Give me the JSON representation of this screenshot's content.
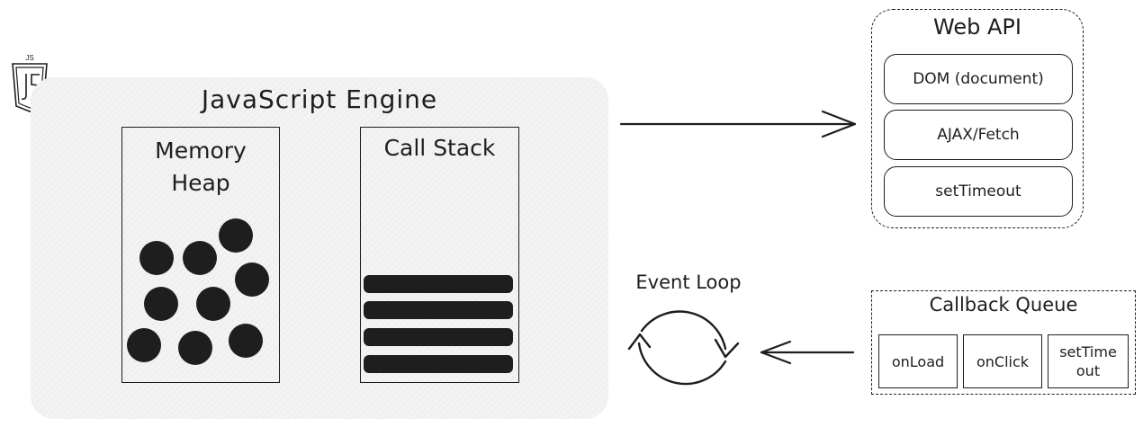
{
  "engine": {
    "title": "JavaScript Engine",
    "memory_heap": {
      "title": "Memory\nHeap"
    },
    "call_stack": {
      "title": "Call Stack"
    }
  },
  "logo": {
    "text": "JS",
    "icon": "js-logo-icon"
  },
  "web_api": {
    "title": "Web API",
    "items": [
      "DOM (document)",
      "AJAX/Fetch",
      "setTimeout"
    ]
  },
  "event_loop": {
    "title": "Event Loop",
    "icon": "loop-arrows-icon"
  },
  "callback_queue": {
    "title": "Callback Queue",
    "items": [
      "onLoad",
      "onClick",
      "setTime\nout"
    ]
  },
  "colors": {
    "ink": "#1e1e1e",
    "engine_fill": "#f3f3f3"
  }
}
